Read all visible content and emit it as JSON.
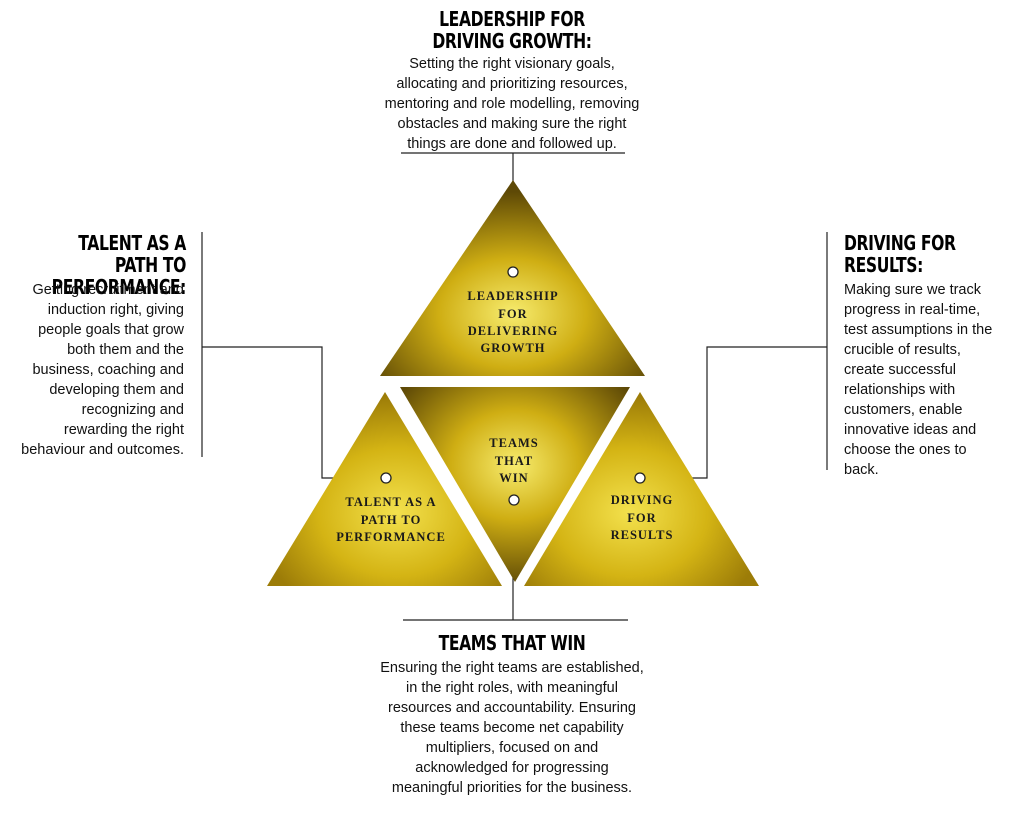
{
  "top": {
    "heading_line1": "LEADERSHIP FOR",
    "heading_line2": "DRIVING GROWTH:",
    "body": [
      "Setting the right visionary goals,",
      "allocating and prioritizing resources,",
      "mentoring and role modelling, removing",
      "obstacles and making sure the right",
      "things are done and followed up."
    ]
  },
  "left": {
    "heading_line1": "TALENT AS A PATH TO",
    "heading_line2": "PERFORMANCE:",
    "body": [
      "Getting recruitment and",
      "induction right, giving",
      "people goals that grow",
      "both them and the",
      "business, coaching and",
      "developing them and",
      "recognizing and",
      "rewarding the right",
      "behaviour and outcomes."
    ]
  },
  "right": {
    "heading_line1": "DRIVING FOR",
    "heading_line2": "RESULTS:",
    "body": [
      "Making sure we track",
      "progress in real-time,",
      "test assumptions in the",
      "crucible of results,",
      "create successful",
      "relationships with",
      "customers, enable",
      "innovative ideas and",
      "choose the ones to",
      "back."
    ]
  },
  "bottom": {
    "heading": "TEAMS THAT WIN",
    "body": [
      "Ensuring the right teams are established,",
      "in the right roles, with meaningful",
      "resources and accountability. Ensuring",
      "these teams become net capability",
      "multipliers, focused on and",
      "acknowledged for progressing",
      "meaningful priorities for the business."
    ]
  },
  "triangles": {
    "top": [
      "LEADERSHIP",
      "FOR",
      "DELIVERING",
      "GROWTH"
    ],
    "center": [
      "TEAMS",
      "THAT",
      "WIN"
    ],
    "left": [
      "TALENT AS A",
      "PATH TO",
      "PERFORMANCE"
    ],
    "right": [
      "DRIVING",
      "FOR",
      "RESULTS"
    ]
  },
  "colors": {
    "gold_light": "#f2e25a",
    "gold": "#c9a80f",
    "gold_dark": "#5a4604",
    "line": "#222222"
  }
}
